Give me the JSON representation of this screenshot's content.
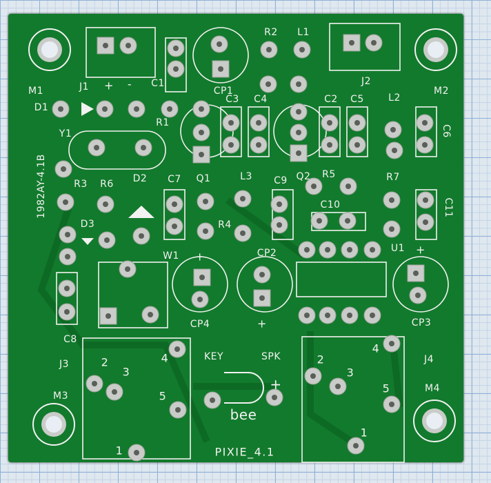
{
  "board": {
    "name": "PIXIE_4.1",
    "board_id": "1982AY-4.1B",
    "buzzer_label": "bee",
    "connector_labels": {
      "key": "KEY",
      "spk": "SPK"
    },
    "colors": {
      "pcb": "#127a2c",
      "silkscreen": "#f2f2f2",
      "pad": "#c9ccc8",
      "background_grid": "#8fb0d6"
    }
  },
  "designators": {
    "J1": "J1",
    "J2": "J2",
    "J3": "J3",
    "J4": "J4",
    "M1": "M1",
    "M2": "M2",
    "M3": "M3",
    "M4": "M4",
    "D1": "D1",
    "D2": "D2",
    "D3": "D3",
    "R1": "R1",
    "R2": "R2",
    "R3": "R3",
    "R4": "R4",
    "R5": "R5",
    "R6": "R6",
    "R7": "R7",
    "C1": "C1",
    "C2": "C2",
    "C3": "C3",
    "C4": "C4",
    "C5": "C5",
    "C6": "C6",
    "C7": "C7",
    "C8": "C8",
    "C9": "C9",
    "C10": "C10",
    "C11": "C11",
    "CP1": "CP1",
    "CP2": "CP2",
    "CP3": "CP3",
    "CP4": "CP4",
    "L1": "L1",
    "L2": "L2",
    "L3": "L3",
    "Q1": "Q1",
    "Q2": "Q2",
    "U1": "U1",
    "W1": "W1",
    "Y1": "Y1"
  },
  "marks": {
    "plus": "+",
    "minus": "-",
    "pin1": "1",
    "pin2": "2",
    "pin3": "3",
    "pin4": "4",
    "pin5": "5"
  }
}
